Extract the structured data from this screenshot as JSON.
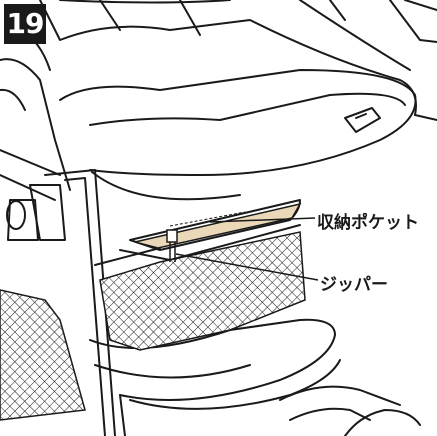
{
  "step_number": "19",
  "labels": {
    "storage_pocket": "収納ポケット",
    "zipper": "ジッパー"
  },
  "colors": {
    "line": "#1a1a1a",
    "pocket_fill": "#ead8b8",
    "badge_bg": "#1a1a1a",
    "badge_text": "#ffffff"
  }
}
